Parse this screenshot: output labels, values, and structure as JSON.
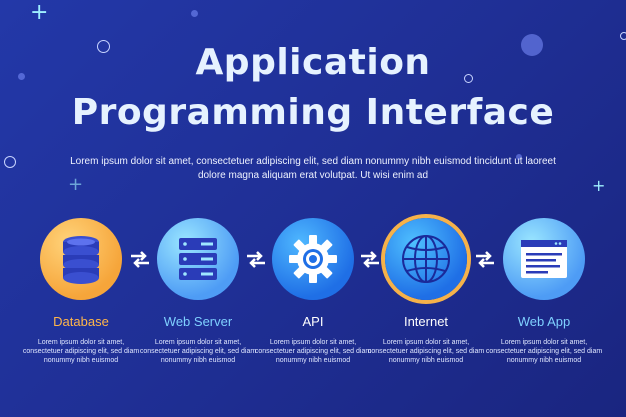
{
  "title_line1": "Application",
  "title_line2": "Programming Interface",
  "description": "Lorem ipsum dolor sit amet, consectetuer adipiscing elit, sed diam nonummy nibh euismod tincidunt ut laoreet dolore magna aliquam erat volutpat. Ut wisi enim ad",
  "nodes": [
    {
      "label": "Database",
      "icon": "database-icon",
      "text": "Lorem ipsum dolor sit amet, consectetuer adipiscing elit, sed diam nonummy nibh euismod"
    },
    {
      "label": "Web Server",
      "icon": "server-icon",
      "text": "Lorem ipsum dolor sit amet, consectetuer adipiscing elit, sed diam nonummy nibh euismod"
    },
    {
      "label": "API",
      "icon": "gear-icon",
      "text": "Lorem ipsum dolor sit amet, consectetuer adipiscing elit, sed diam nonummy nibh euismod"
    },
    {
      "label": "Internet",
      "icon": "globe-icon",
      "text": "Lorem ipsum dolor sit amet, consectetuer adipiscing elit, sed diam nonummy nibh euismod"
    },
    {
      "label": "Web App",
      "icon": "browser-window-icon",
      "text": "Lorem ipsum dolor sit amet, consectetuer adipiscing elit, sed diam nonummy nibh euismod"
    }
  ],
  "colors": {
    "background": "#1f2f95",
    "accent_orange": "#ffb64a",
    "accent_blue": "#7fd0ff"
  }
}
